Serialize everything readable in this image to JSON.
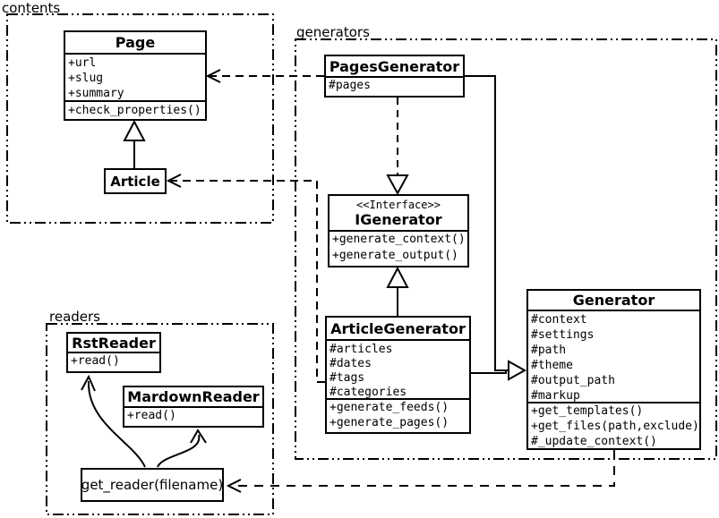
{
  "diagram_title": "UML class diagram",
  "colors": {
    "line": "#000000",
    "background": "#ffffff",
    "box_fill": "#ffffff"
  },
  "packages": {
    "contents": {
      "label": "contents"
    },
    "generators": {
      "label": "generators"
    },
    "readers": {
      "label": "readers"
    }
  },
  "classes": {
    "page": {
      "name": "Page",
      "attrs": [
        "+url",
        "+slug",
        "+summary"
      ],
      "methods": [
        "+check_properties()"
      ]
    },
    "article": {
      "name": "Article"
    },
    "pages_generator": {
      "name": "PagesGenerator",
      "attrs": [
        "#pages"
      ]
    },
    "igenerator": {
      "stereotype": "<<Interface>>",
      "name": "IGenerator",
      "methods": [
        "+generate_context()",
        "+generate_output()"
      ]
    },
    "article_generator": {
      "name": "ArticleGenerator",
      "attrs": [
        "#articles",
        "#dates",
        "#tags",
        "#categories"
      ],
      "methods": [
        "+generate_feeds()",
        "+generate_pages()"
      ]
    },
    "generator": {
      "name": "Generator",
      "attrs": [
        "#context",
        "#settings",
        "#path",
        "#theme",
        "#output_path",
        "#markup"
      ],
      "methods": [
        "+get_templates()",
        "+get_files(path,exclude)",
        "#_update_context()"
      ]
    },
    "rst_reader": {
      "name": "RstReader",
      "methods": [
        "+read()"
      ]
    },
    "mardown_reader": {
      "name": "MardownReader",
      "methods": [
        "+read()"
      ]
    },
    "get_reader": {
      "label": "get_reader(filename)"
    }
  },
  "relations": {
    "article_extends_page": "generalization",
    "pages_generator_uses_page": "dependency",
    "article_generator_uses_article": "dependency",
    "pages_generator_realizes_igenerator": "realization",
    "article_generator_extends_igenerator": "generalization",
    "generators_extend_generator": "generalization",
    "generator_uses_get_reader": "dependency",
    "get_reader_creates_readers": "association"
  }
}
